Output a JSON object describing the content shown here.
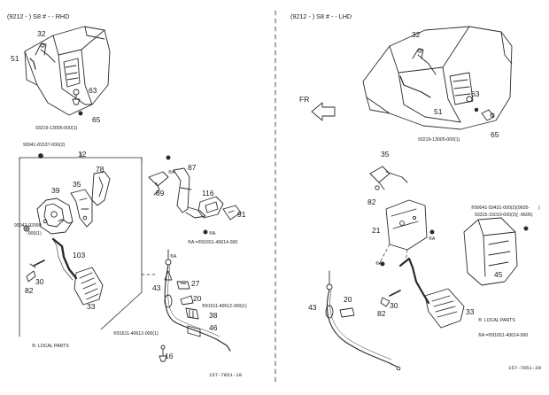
{
  "left": {
    "header": "(9212 -      ) S8 # - - RHD",
    "callouts": {
      "c32": "32",
      "c51": "51",
      "c63": "63",
      "c65": "65",
      "c12": "12",
      "c78": "78",
      "c39": "39",
      "c35": "35",
      "c103": "103",
      "c30": "30",
      "c82": "82",
      "c33": "33",
      "c87": "87",
      "c89": "89",
      "c116": "116",
      "c91": "91",
      "c43": "43",
      "c27": "27",
      "c20": "20",
      "c38": "38",
      "c46": "46",
      "c16": "16"
    },
    "part_numbers": {
      "p93219": "93219-13005-000(1)",
      "p90041": "90041-81537-000(2)",
      "p90042a": "90042-92090",
      "p90042b": "-000(1)",
      "p91611a": "®91611-40612-000(1)",
      "p91611b": "®91611-40612-000(1)"
    },
    "ra_labels": {
      "r1": "®A",
      "r2": "®A",
      "r3": "®A"
    },
    "ra_note": "®A =®91651-40614-000",
    "local_parts": "®: LOCAL PARTS",
    "figure_code": "157-7851-10"
  },
  "right": {
    "header": "(9212 -      ) S8 # - - LHD",
    "fr_label": "FR",
    "callouts": {
      "c32": "32",
      "c63": "63",
      "c51": "51",
      "c65": "65",
      "c35": "35",
      "c82": "82",
      "c21": "21",
      "c45": "45",
      "c43": "43",
      "c20": "20",
      "c30": "30",
      "c82b": "82",
      "c33": "33"
    },
    "part_numbers": {
      "p93219": "93219-13005-000(1)",
      "p90041": "®90041-59431-000(2)(9605-",
      "p90041b": ")",
      "p93315": "93315-15010-000(2)(     -9605)"
    },
    "ra_labels": {
      "r1": "®A",
      "r2": "®A"
    },
    "local_parts": "®: LOCAL PARTS",
    "ra_note": "®A =®91651-40614-000",
    "figure_code": "157-7851-20"
  }
}
